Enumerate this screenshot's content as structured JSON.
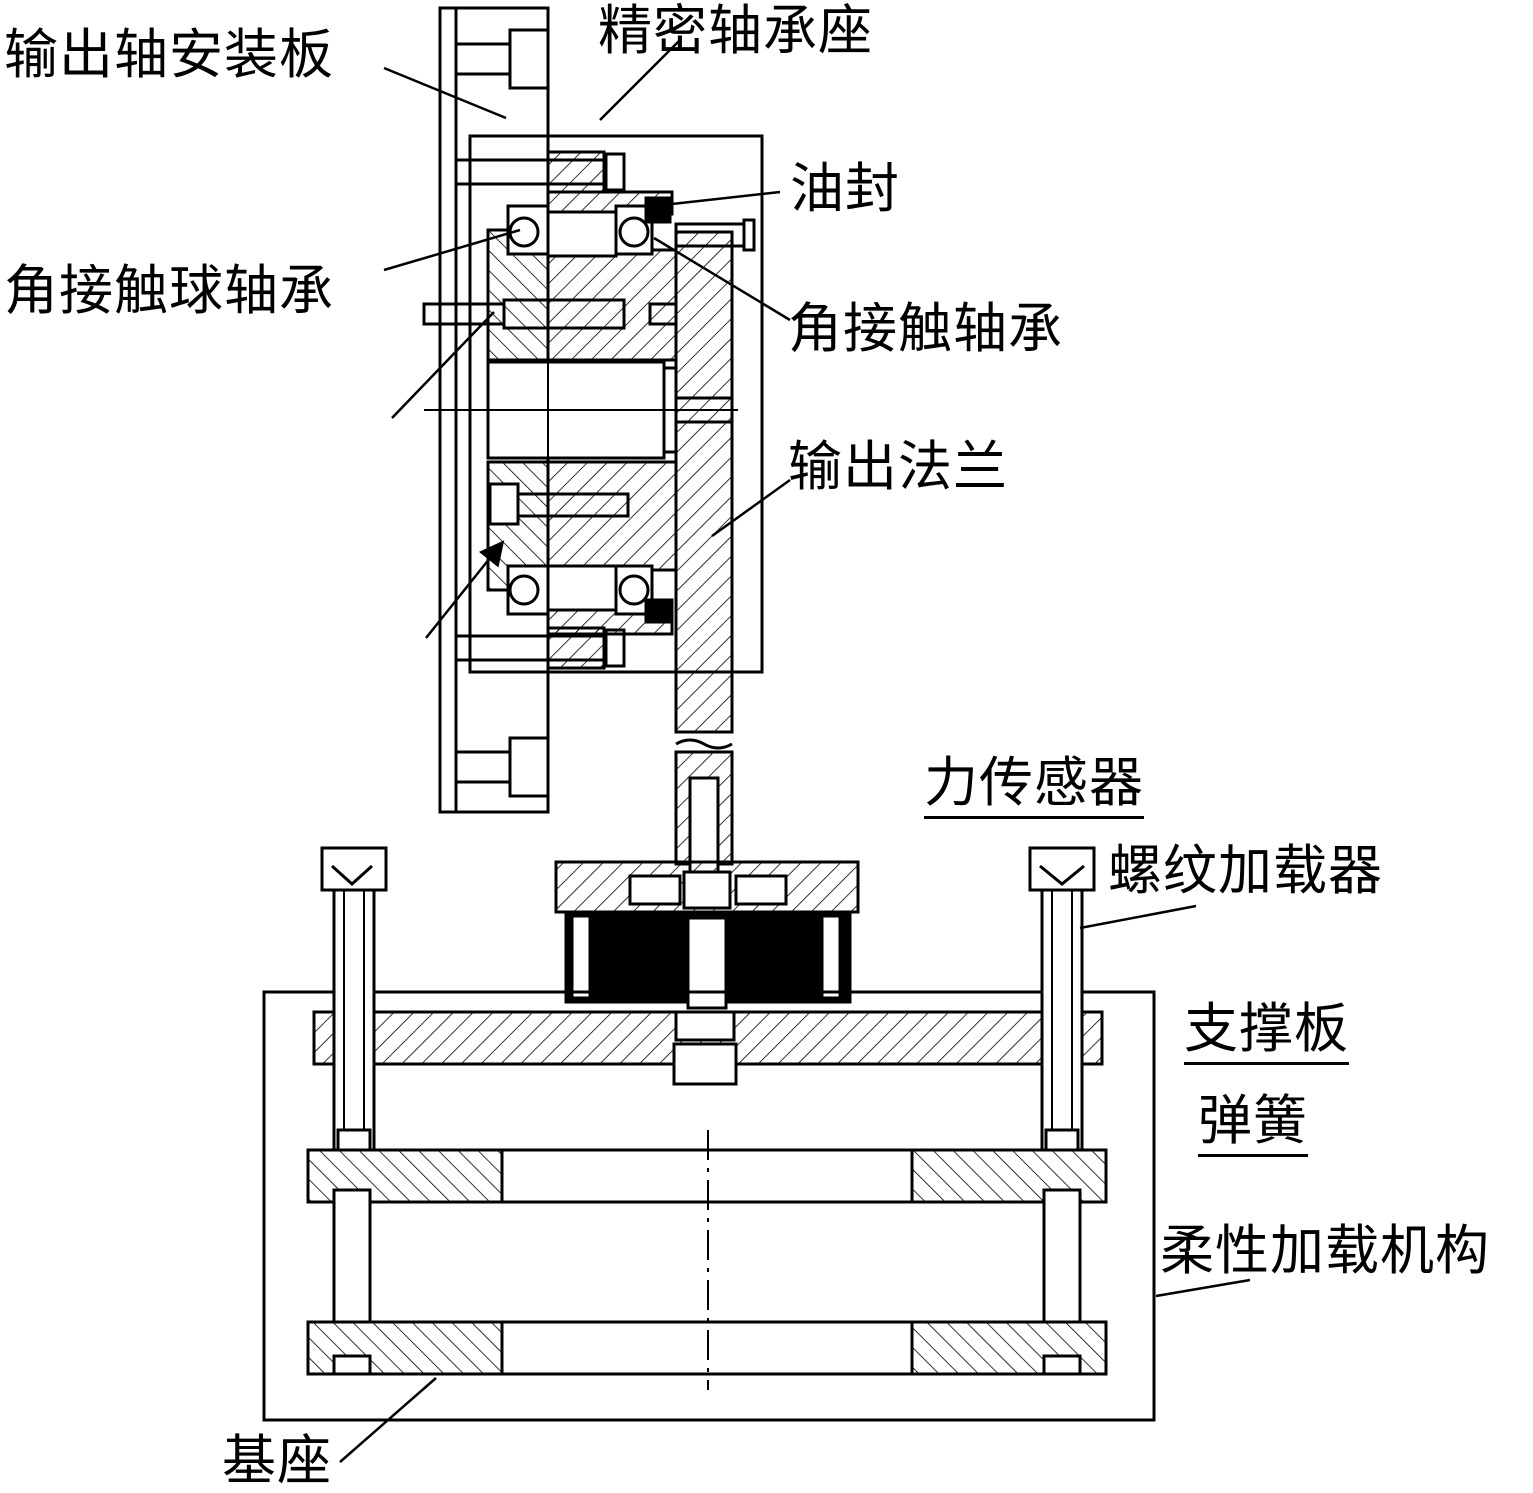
{
  "labels": {
    "output_shaft_mount_plate": "输出轴安装板",
    "precision_bearing_seat": "精密轴承座",
    "oil_seal": "油封",
    "angular_contact_ball_bearing": "角接触球轴承",
    "angular_contact_bearing": "角接触轴承",
    "output_flange": "输出法兰",
    "force_sensor": "力传感器",
    "screw_loader": "螺纹加载器",
    "support_plate": "支撑板",
    "spring": "弹簧",
    "flexible_loading_mechanism": "柔性加载机构",
    "base": "基座"
  },
  "colors": {
    "ink": "#000000",
    "paper": "#ffffff"
  }
}
